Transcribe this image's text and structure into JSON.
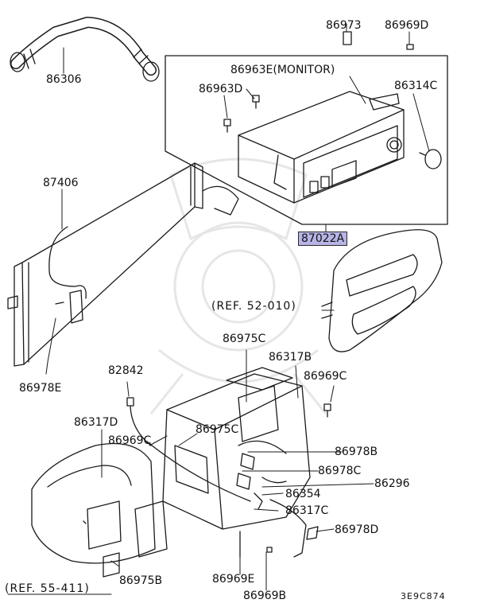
{
  "diagram": {
    "parts": [
      {
        "id": "86306",
        "label": "86306"
      },
      {
        "id": "86973",
        "label": "86973"
      },
      {
        "id": "86969D",
        "label": "86969D"
      },
      {
        "id": "86963E",
        "label": "86963E(MONITOR)"
      },
      {
        "id": "86963D",
        "label": "86963D"
      },
      {
        "id": "86314C",
        "label": "86314C"
      },
      {
        "id": "87406",
        "label": "87406"
      },
      {
        "id": "87022A",
        "label": "87022A"
      },
      {
        "id": "86978E",
        "label": "86978E"
      },
      {
        "id": "86975C_top",
        "label": "86975C"
      },
      {
        "id": "86317B",
        "label": "86317B"
      },
      {
        "id": "86969C_right",
        "label": "86969C"
      },
      {
        "id": "82842",
        "label": "82842"
      },
      {
        "id": "86317D",
        "label": "86317D"
      },
      {
        "id": "86969C_left",
        "label": "86969C"
      },
      {
        "id": "86975C_mid",
        "label": "86975C"
      },
      {
        "id": "86978B",
        "label": "86978B"
      },
      {
        "id": "86978C",
        "label": "86978C"
      },
      {
        "id": "86296",
        "label": "86296"
      },
      {
        "id": "86354",
        "label": "86354"
      },
      {
        "id": "86317C",
        "label": "86317C"
      },
      {
        "id": "86978D",
        "label": "86978D"
      },
      {
        "id": "86969E",
        "label": "86969E"
      },
      {
        "id": "86969B",
        "label": "86969B"
      },
      {
        "id": "86975B",
        "label": "86975B"
      }
    ],
    "references": [
      {
        "id": "ref_52",
        "label": "(REF. 52-010)"
      },
      {
        "id": "ref_55",
        "label": "(REF. 55-411)"
      }
    ],
    "drawing_code": "3E9C874",
    "highlight_color": "#b7b4e6"
  }
}
